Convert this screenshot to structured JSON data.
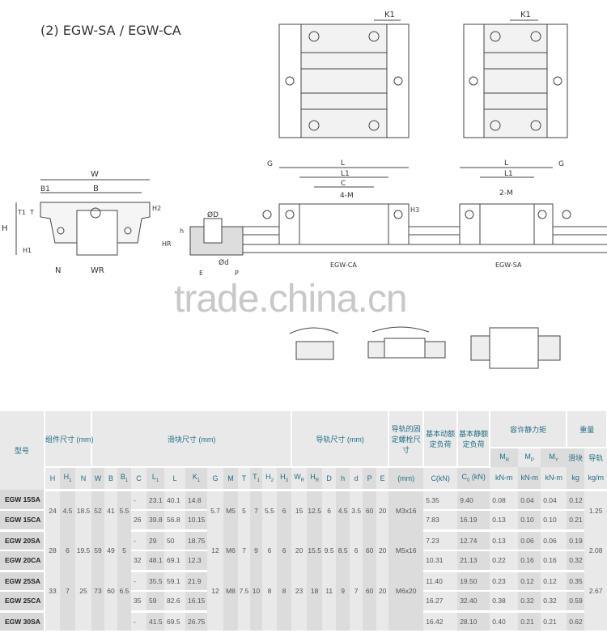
{
  "title": "(2) EGW-SA / EGW-CA",
  "watermark": "trade.china.cn",
  "drawing": {
    "dims": {
      "W": "W",
      "B": "B",
      "B1": "B1",
      "H": "H",
      "T": "T",
      "T1": "T1",
      "H1": "H1",
      "H2": "H2",
      "H3": "H3",
      "N": "N",
      "WR": "WR",
      "K1": "K1",
      "G": "G",
      "L": "L",
      "L1": "L1",
      "C": "C",
      "M4": "4-M",
      "M2": "2-M",
      "D": "ØD",
      "d": "Ød",
      "h": "h",
      "HR": "HR",
      "E": "E",
      "P": "P"
    },
    "labels": {
      "ca": "EGW-CA",
      "sa": "EGW-SA"
    }
  },
  "table": {
    "model_header": "型号",
    "groups": {
      "assembly": "组件尺寸 (mm)",
      "block": "滑块尺寸 (mm)",
      "rail": "导轨尺寸 (mm)",
      "bolt": "导轨的固定螺栓尺寸",
      "dynamic": "基本动额定负荷",
      "static": "基本静额定负荷",
      "moment": "容许静力矩",
      "weight": "重量"
    },
    "moment_cols": [
      {
        "t": "M",
        "s": "R"
      },
      {
        "t": "M",
        "s": "P"
      },
      {
        "t": "M",
        "s": "Y"
      }
    ],
    "weight_cols": [
      "滑块",
      "导轨"
    ],
    "columns": [
      {
        "t": "H"
      },
      {
        "t": "H",
        "s": "1"
      },
      {
        "t": "N"
      },
      {
        "t": "W"
      },
      {
        "t": "B"
      },
      {
        "t": "B",
        "s": "1"
      },
      {
        "t": "C"
      },
      {
        "t": "L",
        "s": "1"
      },
      {
        "t": "L"
      },
      {
        "t": "K",
        "s": "1"
      },
      {
        "t": "G"
      },
      {
        "t": "M"
      },
      {
        "t": "T"
      },
      {
        "t": "T",
        "s": "1"
      },
      {
        "t": "H",
        "s": "2"
      },
      {
        "t": "H",
        "s": "3"
      },
      {
        "t": "W",
        "s": "R"
      },
      {
        "t": "H",
        "s": "R"
      },
      {
        "t": "D"
      },
      {
        "t": "h"
      },
      {
        "t": "d"
      },
      {
        "t": "P"
      },
      {
        "t": "E"
      },
      {
        "t": "(mm)"
      },
      {
        "t": "C(kN)"
      },
      {
        "t": "C",
        "s": "0",
        "u": " (kN)"
      },
      {
        "t": "kN-m"
      },
      {
        "t": "kN-m"
      },
      {
        "t": "kN-m"
      },
      {
        "t": "kg"
      },
      {
        "t": "kg/m"
      }
    ],
    "pairs": [
      {
        "shared": {
          "H": "24",
          "H1": "4.5",
          "N": "18.5",
          "W": "52",
          "B": "41",
          "B1": "5.5",
          "G": "5.7",
          "M": "M5",
          "T": "5",
          "T1": "7",
          "H2": "5.5",
          "H3": "6",
          "WR": "15",
          "HR": "12.5",
          "D": "6",
          "h": "4.5",
          "d": "3.5",
          "P": "60",
          "E": "20",
          "bolt": "M3x16",
          "rail_kg": "1.25"
        },
        "rows": [
          {
            "model": "EGW 15SA",
            "C": "-",
            "L1": "23.1",
            "L": "40.1",
            "K1": "14.8",
            "Cdyn": "5.35",
            "C0": "9.40",
            "MR": "0.08",
            "MP": "0.04",
            "MY": "0.04",
            "block_kg": "0.12"
          },
          {
            "model": "EGW 15CA",
            "C": "26",
            "L1": "39.8",
            "L": "56.8",
            "K1": "10.15",
            "Cdyn": "7.83",
            "C0": "16.19",
            "MR": "0.13",
            "MP": "0.10",
            "MY": "0.10",
            "block_kg": "0.21"
          }
        ]
      },
      {
        "shared": {
          "H": "28",
          "H1": "6",
          "N": "19.5",
          "W": "59",
          "B": "49",
          "B1": "5",
          "G": "12",
          "M": "M6",
          "T": "7",
          "T1": "9",
          "H2": "6",
          "H3": "6",
          "WR": "20",
          "HR": "15.5",
          "D": "9.5",
          "h": "8.5",
          "d": "6",
          "P": "60",
          "E": "20",
          "bolt": "M5x16",
          "rail_kg": "2.08"
        },
        "rows": [
          {
            "model": "EGW 20SA",
            "C": "-",
            "L1": "29",
            "L": "50",
            "K1": "18.75",
            "Cdyn": "7.23",
            "C0": "12.74",
            "MR": "0.13",
            "MP": "0.06",
            "MY": "0.06",
            "block_kg": "0.19"
          },
          {
            "model": "EGW 20CA",
            "C": "32",
            "L1": "48.1",
            "L": "69.1",
            "K1": "12.3",
            "Cdyn": "10.31",
            "C0": "21.13",
            "MR": "0.22",
            "MP": "0.16",
            "MY": "0.16",
            "block_kg": "0.32"
          }
        ]
      },
      {
        "shared": {
          "H": "33",
          "H1": "7",
          "N": "25",
          "W": "73",
          "B": "60",
          "B1": "6.5",
          "G": "12",
          "M": "M8",
          "T": "7.5",
          "T1": "10",
          "H2": "8",
          "H3": "8",
          "WR": "23",
          "HR": "18",
          "D": "11",
          "h": "9",
          "d": "7",
          "P": "60",
          "E": "20",
          "bolt": "M6x20",
          "rail_kg": "2.67"
        },
        "rows": [
          {
            "model": "EGW 25SA",
            "C": "-",
            "L1": "35.5",
            "L": "59.1",
            "K1": "21.9",
            "Cdyn": "11.40",
            "C0": "19.50",
            "MR": "0.23",
            "MP": "0.12",
            "MY": "0.12",
            "block_kg": "0.35"
          },
          {
            "model": "EGW 25CA",
            "C": "35",
            "L1": "59",
            "L": "82.6",
            "K1": "16.15",
            "Cdyn": "16.27",
            "C0": "32.40",
            "MR": "0.38",
            "MP": "0.32",
            "MY": "0.32",
            "block_kg": "0.59"
          }
        ]
      },
      {
        "shared": {},
        "rows": [
          {
            "model": "EGW 30SA",
            "C": "-",
            "L1": "41.5",
            "L": "69.5",
            "K1": "26.75",
            "Cdyn": "16.42",
            "C0": "28.10",
            "MR": "0.40",
            "MP": "0.21",
            "MY": "0.21",
            "block_kg": "0.62"
          }
        ]
      }
    ]
  }
}
